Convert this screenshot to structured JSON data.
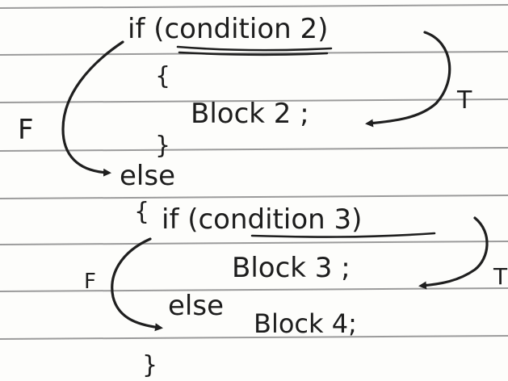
{
  "title": "",
  "code": {
    "if2": "if (condition 2)",
    "brace_open_1": "{",
    "block2": "Block 2 ;",
    "brace_close_1": "}",
    "else1": "else",
    "brace_open_2": "{",
    "if3": "if (condition 3)",
    "block3": "Block 3 ;",
    "else2": "else",
    "block4": "Block 4;",
    "brace_close_2": "}"
  },
  "labels": {
    "f1": "F",
    "t1": "T",
    "f2": "F",
    "t2": "T"
  },
  "colors": {
    "paper": "#fdfdfb",
    "ink": "#1f1f1f",
    "rule": "#9b9b9b"
  }
}
